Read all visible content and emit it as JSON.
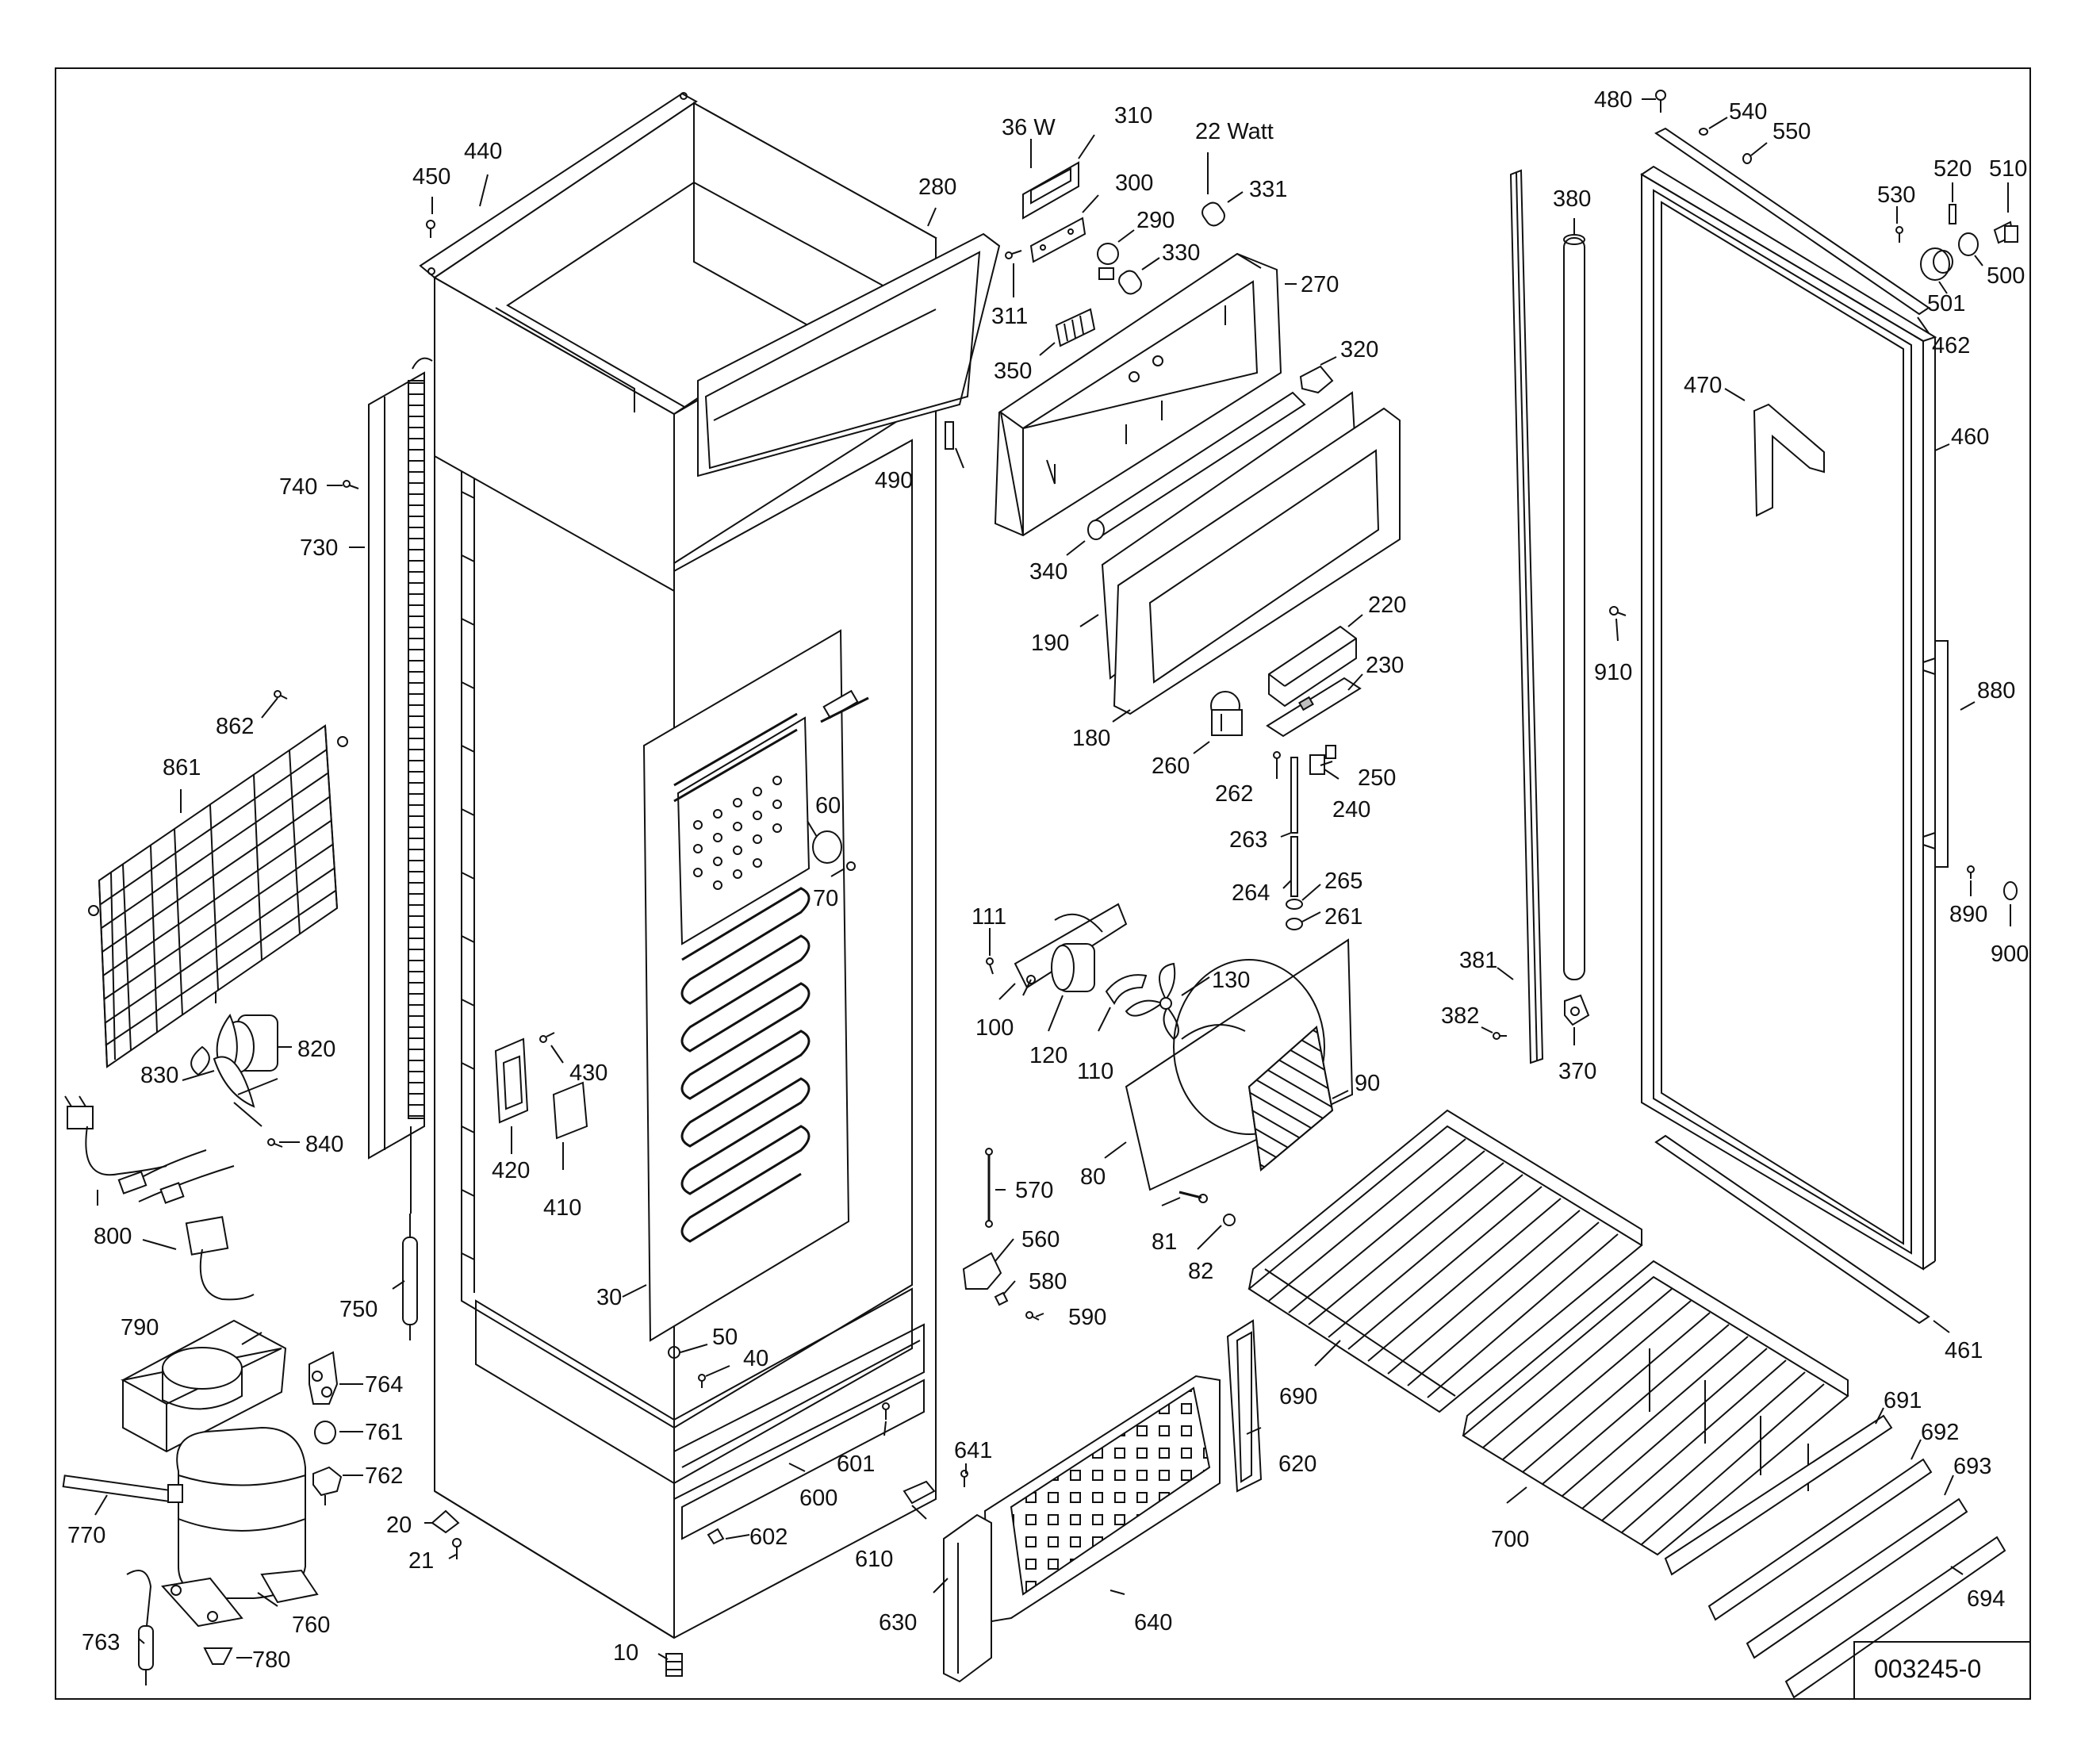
{
  "diagram_id": "003245-0",
  "labels": {
    "36w": "36 W",
    "22watt": "22 Watt",
    "p10": "10",
    "p20": "20",
    "p21": "21",
    "p30": "30",
    "p40": "40",
    "p50": "50",
    "p60": "60",
    "p70": "70",
    "p80": "80",
    "p81": "81",
    "p82": "82",
    "p90": "90",
    "p100": "100",
    "p110": "110",
    "p111": "111",
    "p120": "120",
    "p130": "130",
    "p180": "180",
    "p190": "190",
    "p220": "220",
    "p230": "230",
    "p240": "240",
    "p250": "250",
    "p260": "260",
    "p261": "261",
    "p262": "262",
    "p263": "263",
    "p264": "264",
    "p265": "265",
    "p270": "270",
    "p280": "280",
    "p290": "290",
    "p300": "300",
    "p310": "310",
    "p311": "311",
    "p320": "320",
    "p330": "330",
    "p331": "331",
    "p340": "340",
    "p350": "350",
    "p370": "370",
    "p380": "380",
    "p381": "381",
    "p382": "382",
    "p410": "410",
    "p420": "420",
    "p430": "430",
    "p440": "440",
    "p450": "450",
    "p460": "460",
    "p461": "461",
    "p462": "462",
    "p470": "470",
    "p480": "480",
    "p490": "490",
    "p500": "500",
    "p501": "501",
    "p510": "510",
    "p520": "520",
    "p530": "530",
    "p540": "540",
    "p550": "550",
    "p560": "560",
    "p570": "570",
    "p580": "580",
    "p590": "590",
    "p600": "600",
    "p601": "601",
    "p602": "602",
    "p610": "610",
    "p620": "620",
    "p630": "630",
    "p640": "640",
    "p641": "641",
    "p690": "690",
    "p691": "691",
    "p692": "692",
    "p693": "693",
    "p694": "694",
    "p700": "700",
    "p730": "730",
    "p740": "740",
    "p750": "750",
    "p760": "760",
    "p761": "761",
    "p762": "762",
    "p763": "763",
    "p764": "764",
    "p770": "770",
    "p780": "780",
    "p790": "790",
    "p800": "800",
    "p820": "820",
    "p830": "830",
    "p840": "840",
    "p861": "861",
    "p862": "862",
    "p880": "880",
    "p890": "890",
    "p900": "900",
    "p910": "910"
  }
}
